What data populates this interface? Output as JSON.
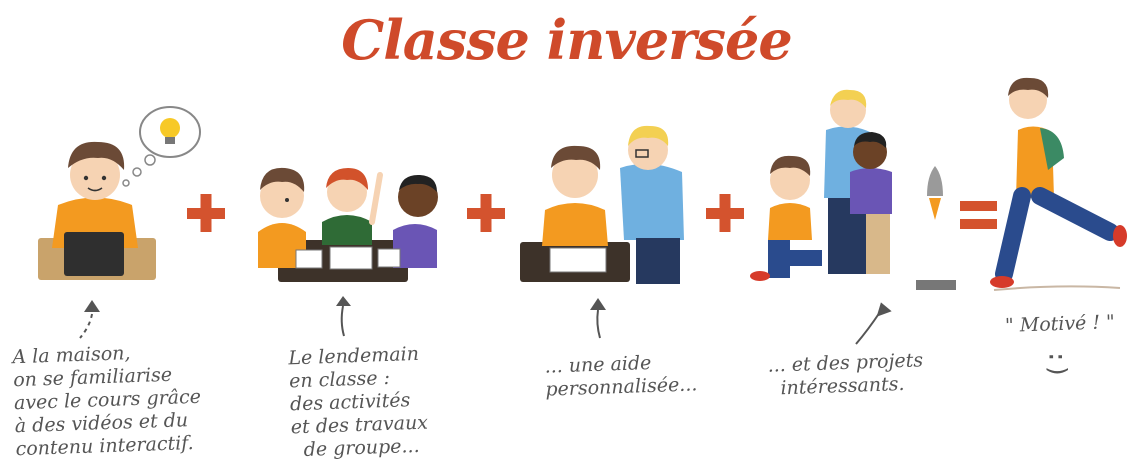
{
  "title": "Classe inversée",
  "steps": [
    {
      "caption": "A la maison,\non se familiarise\navec le cours grâce\nà des vidéos et du\ncontenu interactif."
    },
    {
      "caption": "Le lendemain\nen classe :\ndes activités\net des travaux\n  de groupe..."
    },
    {
      "caption": "... une aide\npersonnalisée..."
    },
    {
      "caption": "... et des projets\n  intéressants."
    }
  ],
  "result": {
    "caption": "\" Motivé ! \"",
    "smiley": ":)"
  },
  "colors": {
    "title": "#cf4a2a",
    "operator": "#d4532e",
    "shirt_orange": "#f39a20",
    "hair_brown": "#6b4a36",
    "desk": "#c9a36b",
    "table_dark": "#3d3229",
    "teacher_blue": "#6fb0e0",
    "pants_navy": "#2a4b8d",
    "caption_text": "#555555"
  }
}
